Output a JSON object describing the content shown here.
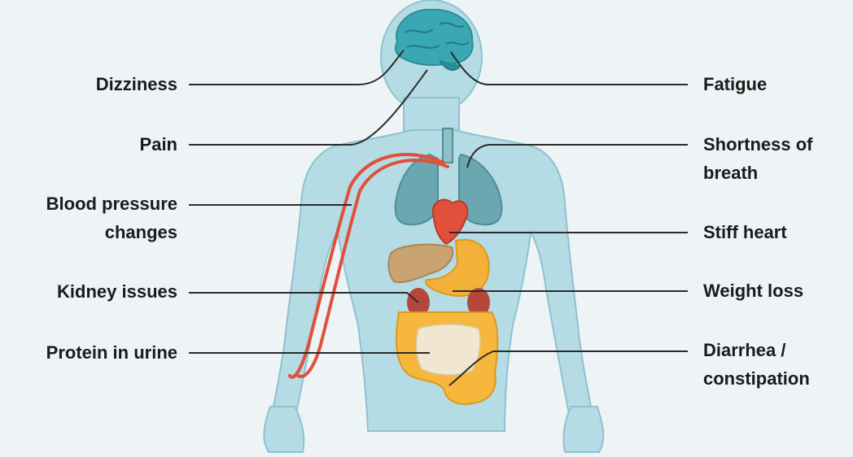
{
  "labels_left": {
    "dizziness": [
      "Dizziness"
    ],
    "pain": [
      "Pain"
    ],
    "blood_pressure": [
      "Blood pressure",
      "changes"
    ],
    "kidney": [
      "Kidney issues"
    ],
    "protein": [
      "Protein in urine"
    ]
  },
  "labels_right": {
    "fatigue": [
      "Fatigue"
    ],
    "breath": [
      "Shortness of",
      "breath"
    ],
    "heart": [
      "Stiff heart"
    ],
    "weight": [
      "Weight loss"
    ],
    "bowel": [
      "Diarrhea /",
      "constipation"
    ]
  },
  "colors": {
    "background": "#eef3f6",
    "body": "#b5dbe4",
    "body_outline": "#8cc3d0",
    "brain": "#3aa8b4",
    "lungs": "#6aa7b1",
    "heart": "#e0503a",
    "vessels": "#e0503a",
    "liver": "#c9a471",
    "stomach": "#f4b13a",
    "kidneys": "#b5483a",
    "intestines": "#f6b73c",
    "small_intestine": "#f1e6cf",
    "leader_line": "#2b2b2b"
  }
}
